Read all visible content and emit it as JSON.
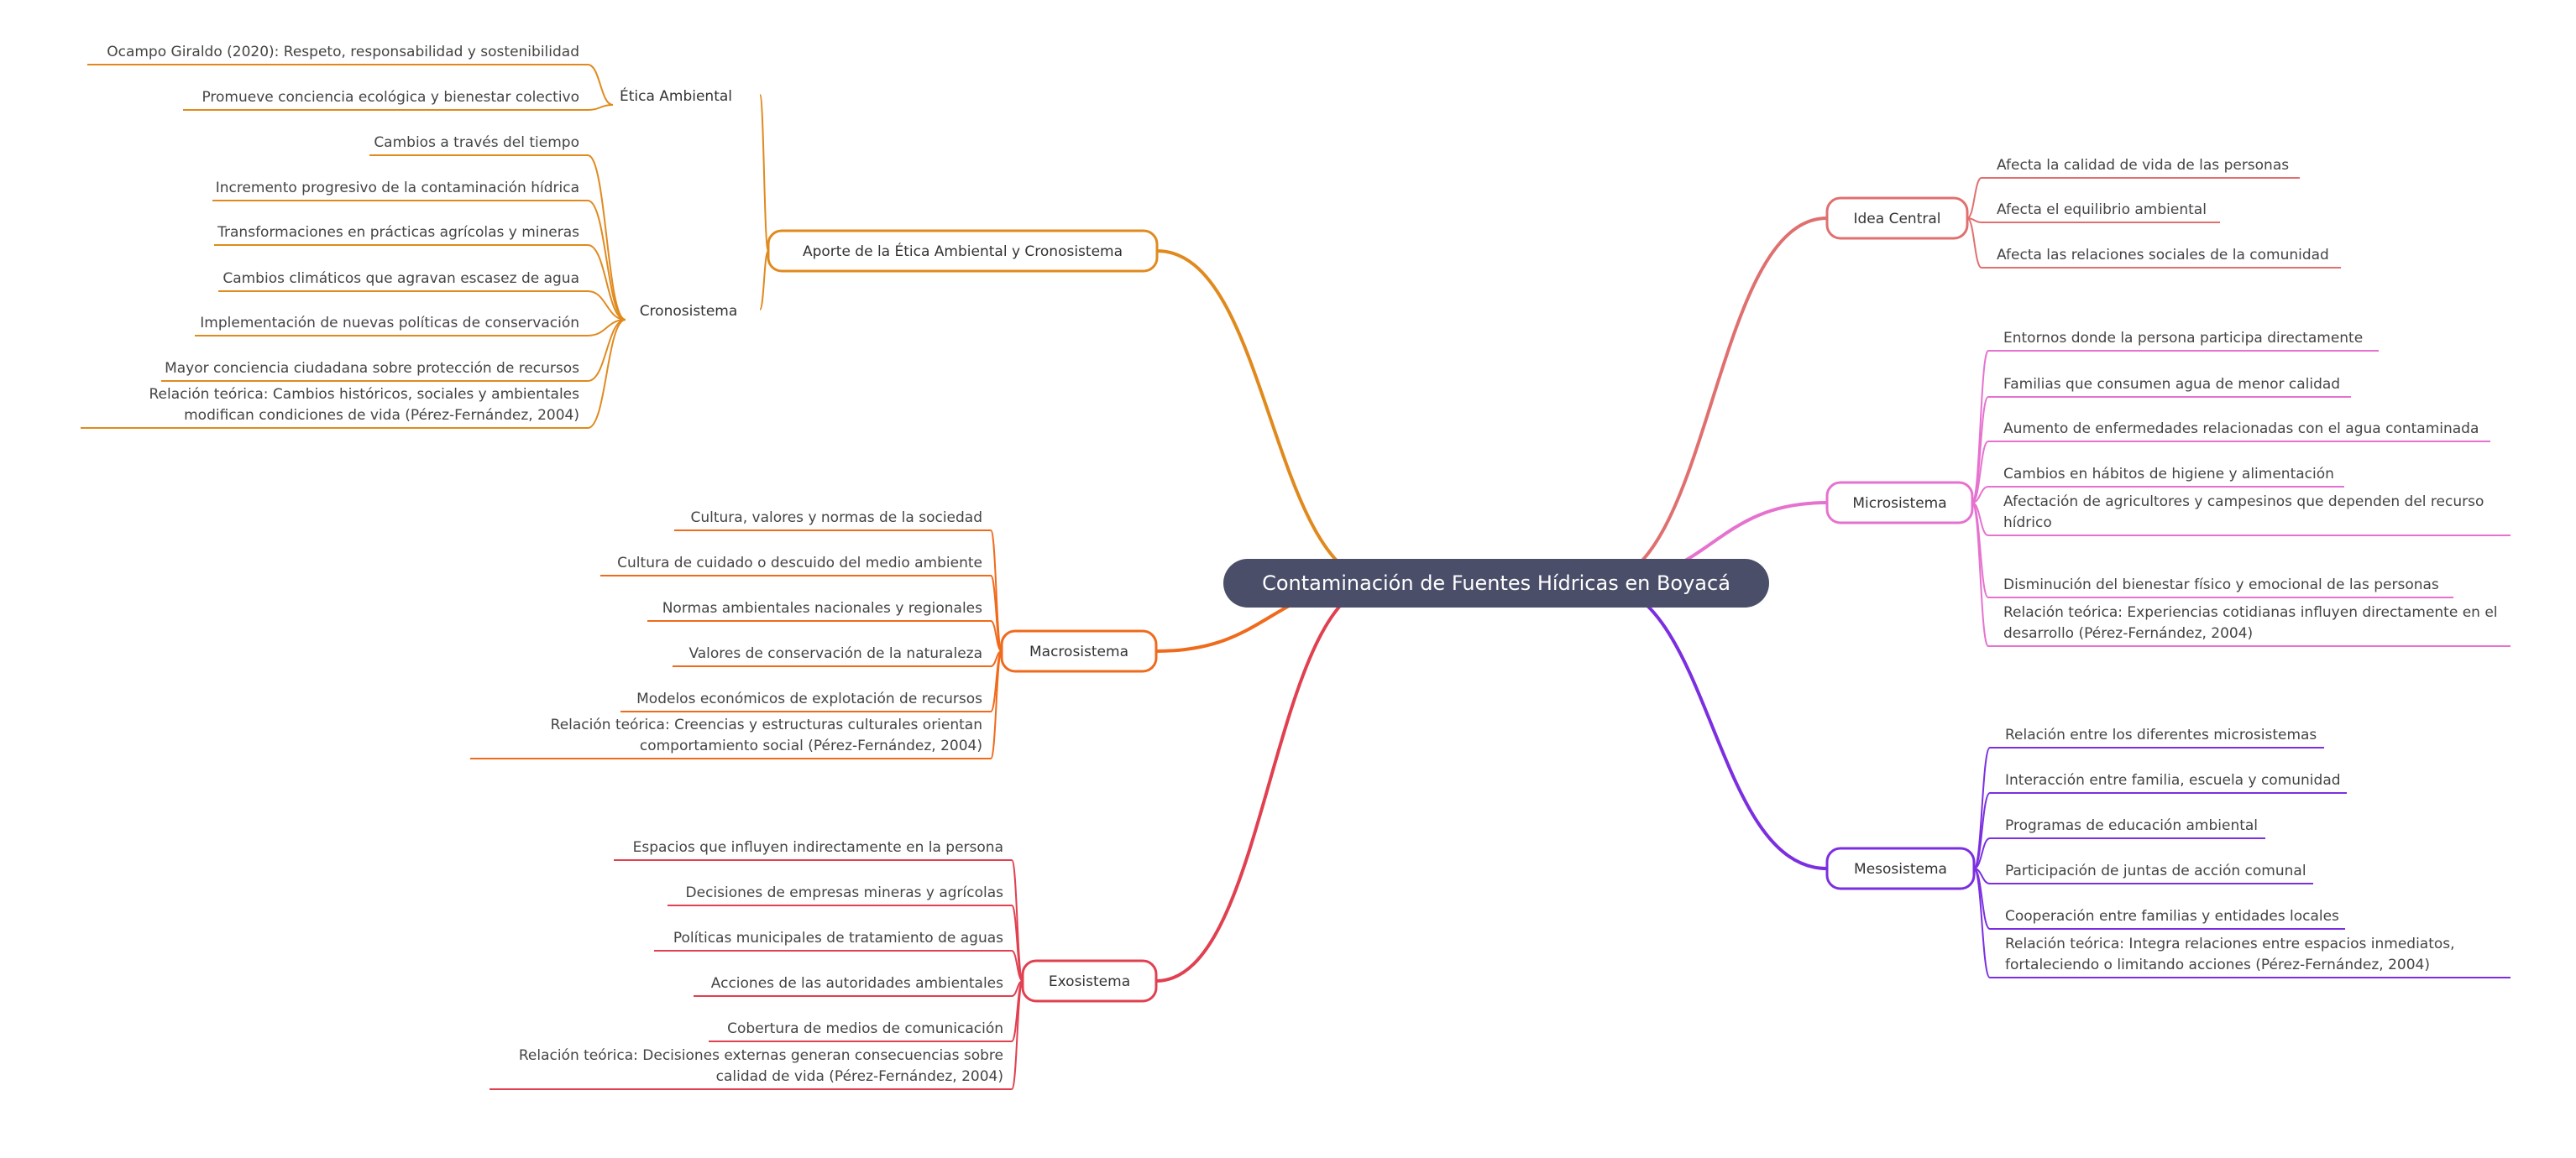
{
  "colors": {
    "root_bg": "#4a4e69",
    "orange": "#e08a1e",
    "orange_red": "#f06a1c",
    "red": "#e04050",
    "salmon": "#e07070",
    "pink": "#e672cf",
    "purple": "#7b2fe0"
  },
  "root": {
    "title": "Contaminación de Fuentes Hídricas en Boyacá"
  },
  "branches": [
    {
      "id": "etica-crono",
      "label": "Aporte de la Ética Ambiental y Cronosistema",
      "color": "orange",
      "subgroups": [
        {
          "id": "etica",
          "label": "Ética Ambiental",
          "leaves": [
            [
              "Ocampo Giraldo (2020): Respeto, responsabilidad y sostenibilidad"
            ],
            [
              "Promueve conciencia ecológica y bienestar colectivo"
            ]
          ]
        },
        {
          "id": "crono",
          "label": "Cronosistema",
          "leaves": [
            [
              "Cambios a través del tiempo"
            ],
            [
              "Incremento progresivo de la contaminación hídrica"
            ],
            [
              "Transformaciones en prácticas agrícolas y mineras"
            ],
            [
              "Cambios climáticos que agravan escasez de agua"
            ],
            [
              "Implementación de nuevas políticas de conservación"
            ],
            [
              "Mayor conciencia ciudadana sobre protección de recursos"
            ],
            [
              "Relación teórica: Cambios históricos, sociales y ambientales",
              "modifican condiciones de vida (Pérez-Fernández, 2004)"
            ]
          ]
        }
      ]
    },
    {
      "id": "macro",
      "label": "Macrosistema",
      "color": "orange_red",
      "leaves": [
        [
          "Cultura, valores y normas de la sociedad"
        ],
        [
          "Cultura de cuidado o descuido del medio ambiente"
        ],
        [
          "Normas ambientales nacionales y regionales"
        ],
        [
          "Valores de conservación de la naturaleza"
        ],
        [
          "Modelos económicos de explotación de recursos"
        ],
        [
          "Relación teórica: Creencias y estructuras culturales orientan",
          "comportamiento social (Pérez-Fernández, 2004)"
        ]
      ]
    },
    {
      "id": "exo",
      "label": "Exosistema",
      "color": "red",
      "leaves": [
        [
          "Espacios que influyen indirectamente en la persona"
        ],
        [
          "Decisiones de empresas mineras y agrícolas"
        ],
        [
          "Políticas municipales de tratamiento de aguas"
        ],
        [
          "Acciones de las autoridades ambientales"
        ],
        [
          "Cobertura de medios de comunicación"
        ],
        [
          "Relación teórica: Decisiones externas generan consecuencias sobre",
          "calidad de vida (Pérez-Fernández, 2004)"
        ]
      ]
    },
    {
      "id": "idea",
      "label": "Idea Central",
      "color": "salmon",
      "leaves": [
        [
          "Afecta la calidad de vida de las personas"
        ],
        [
          "Afecta el equilibrio ambiental"
        ],
        [
          "Afecta las relaciones sociales de la comunidad"
        ]
      ]
    },
    {
      "id": "micro",
      "label": "Microsistema",
      "color": "pink",
      "leaves": [
        [
          "Entornos donde la persona participa directamente"
        ],
        [
          "Familias que consumen agua de menor calidad"
        ],
        [
          "Aumento de enfermedades relacionadas con el agua contaminada"
        ],
        [
          "Cambios en hábitos de higiene y alimentación"
        ],
        [
          "Afectación de agricultores y campesinos que dependen del recurso",
          "hídrico"
        ],
        [
          "Disminución del bienestar físico y emocional de las personas"
        ],
        [
          "Relación teórica: Experiencias cotidianas influyen directamente en el",
          "desarrollo (Pérez-Fernández, 2004)"
        ]
      ]
    },
    {
      "id": "meso",
      "label": "Mesosistema",
      "color": "purple",
      "leaves": [
        [
          "Relación entre los diferentes microsistemas"
        ],
        [
          "Interacción entre familia, escuela y comunidad"
        ],
        [
          "Programas de educación ambiental"
        ],
        [
          "Participación de juntas de acción comunal"
        ],
        [
          "Cooperación entre familias y entidades locales"
        ],
        [
          "Relación teórica: Integra relaciones entre espacios inmediatos,",
          "fortaleciendo o limitando acciones (Pérez-Fernández, 2004)"
        ]
      ]
    }
  ]
}
